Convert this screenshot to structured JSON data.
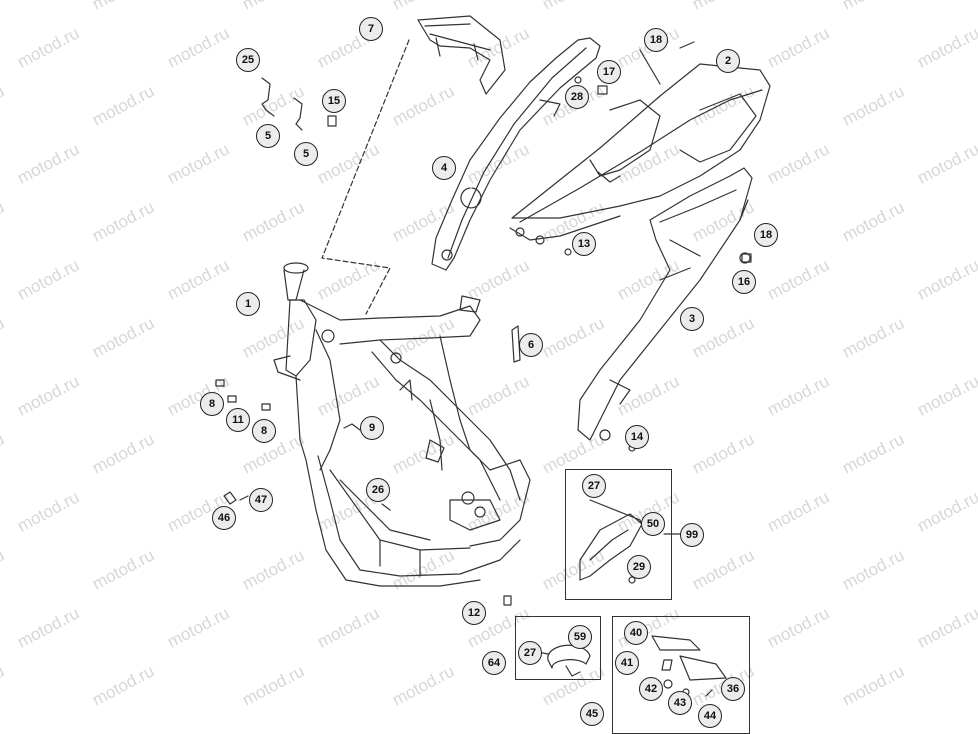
{
  "watermark": "motod.ru",
  "callouts": {
    "c1": "1",
    "c2": "2",
    "c3": "3",
    "c4": "4",
    "c5a": "5",
    "c5b": "5",
    "c6": "6",
    "c7": "7",
    "c8a": "8",
    "c8b": "8",
    "c9": "9",
    "c11": "11",
    "c12": "12",
    "c13": "13",
    "c14": "14",
    "c15": "15",
    "c16": "16",
    "c17": "17",
    "c18a": "18",
    "c18b": "18",
    "c25": "25",
    "c26": "26",
    "c27a": "27",
    "c27b": "27",
    "c28": "28",
    "c29": "29",
    "c36": "36",
    "c40": "40",
    "c41": "41",
    "c42": "42",
    "c43": "43",
    "c44": "44",
    "c45": "45",
    "c46": "46",
    "c47": "47",
    "c50": "50",
    "c59": "59",
    "c64": "64",
    "c99": "99"
  },
  "colors": {
    "line": "#333333",
    "callout_fill": "#ececec",
    "watermark": "#d7d7d7"
  }
}
